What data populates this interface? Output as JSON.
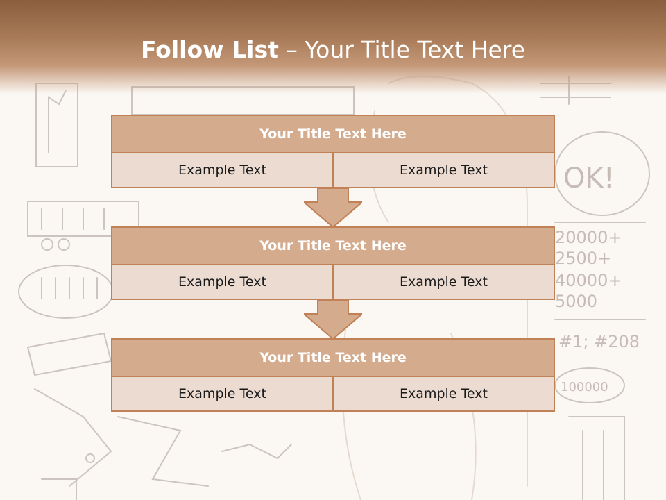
{
  "slide": {
    "title_bold": "Follow List",
    "title_rest": "– Your Title Text Here"
  },
  "blocks": [
    {
      "title": "Your Title Text Here",
      "left": "Example Text",
      "right": "Example Text"
    },
    {
      "title": "Your Title Text Here",
      "left": "Example Text",
      "right": "Example Text"
    },
    {
      "title": "Your Title Text Here",
      "left": "Example Text",
      "right": "Example Text"
    }
  ],
  "sketch": {
    "ok_label": "OK!",
    "numbers": [
      "20000+",
      "2500+",
      "40000+",
      "5000"
    ],
    "tag": "#1; #208",
    "oval_number": "100000"
  },
  "colors": {
    "header": "#a87a57",
    "block_title_fill": "#d5ab8d",
    "block_cell_fill": "#ecdbd1",
    "border": "#c08156"
  }
}
